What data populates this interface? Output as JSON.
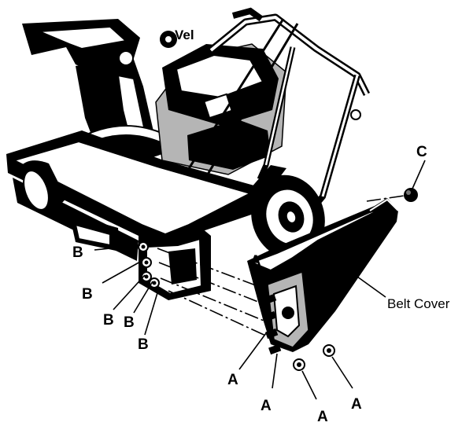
{
  "figure": {
    "labels": {
      "a": "A",
      "b": "B",
      "c": "C"
    },
    "caption_belt_cover": "Belt Cover",
    "engine_mark": "Vel"
  }
}
